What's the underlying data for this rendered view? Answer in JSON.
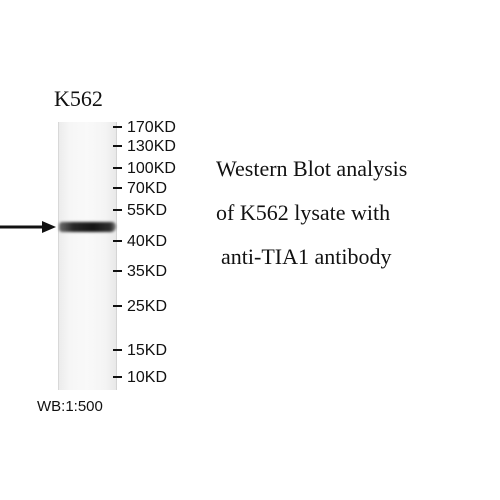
{
  "sample_label": "K562",
  "markers": [
    {
      "label": "170KD"
    },
    {
      "label": "130KD"
    },
    {
      "label": "100KD"
    },
    {
      "label": "70KD"
    },
    {
      "label": "55KD"
    },
    {
      "label": "40KD"
    },
    {
      "label": "35KD"
    },
    {
      "label": "25KD"
    },
    {
      "label": "15KD"
    },
    {
      "label": "10KD"
    }
  ],
  "description": {
    "line1": "Western Blot analysis",
    "line2": "of K562 lysate with",
    "line3": "anti-TIA1 antibody"
  },
  "dilution": "WB:1:500",
  "colors": {
    "band": "#111111",
    "text": "#111111",
    "background": "#ffffff"
  }
}
